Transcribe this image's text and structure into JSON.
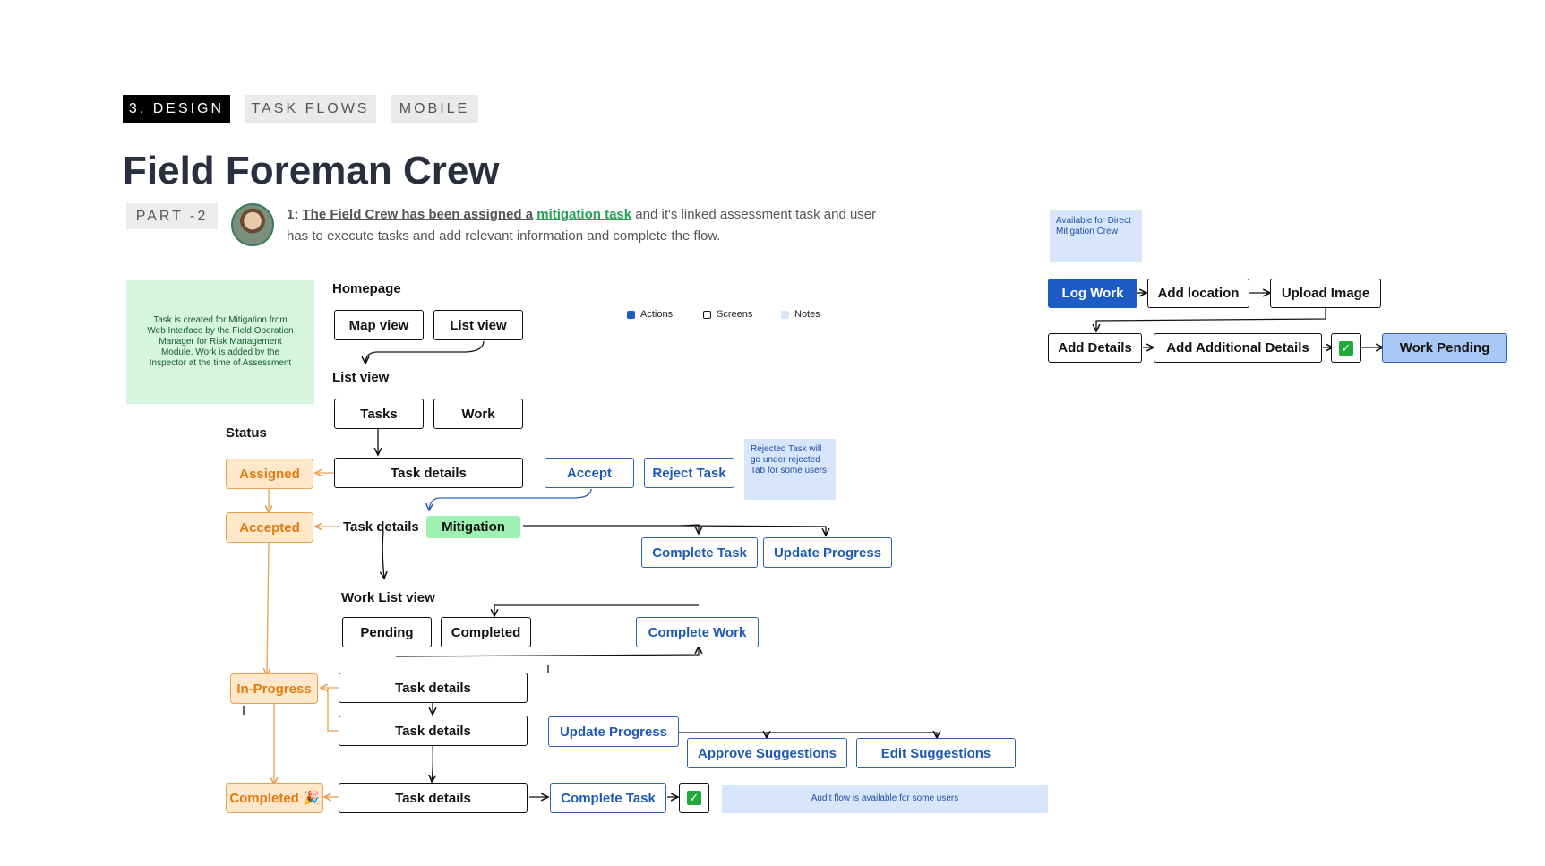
{
  "tags": {
    "design": "3. DESIGN",
    "task_flows": "TASK FLOWS",
    "mobile": "MOBILE"
  },
  "title": "Field Foreman Crew",
  "part": "PART -2",
  "description": {
    "num": "1:",
    "lead": "The Field Crew has been assigned a",
    "link": "mitigation task",
    "rest": "and it's linked assessment task and user has to execute tasks and add relevant information and complete the flow."
  },
  "notes": {
    "green": "Task is created for Mitigation from Web Interface by the Field Operation Manager for Risk Management Module. Work is added by the Inspector at the time of Assessment",
    "rejected": "Rejected Task will go under rejected Tab for some users",
    "direct": "Available for Direct Mitigation Crew",
    "audit": "Audit flow is available for some users"
  },
  "legend": {
    "actions": "Actions",
    "screens": "Screens",
    "notes": "Notes"
  },
  "colors": {
    "action": "#1d5cc4",
    "status_bg": "#ffe8c9",
    "status_text": "#e07b10",
    "note_blue": "#d7e6fa",
    "note_green": "#d5f6dd",
    "mitigation": "#9df0b0"
  },
  "labels": {
    "homepage": "Homepage",
    "list_view": "List view",
    "status": "Status",
    "task_details": "Task details",
    "work_list_view": "Work List view"
  },
  "screens": {
    "map_view": "Map view",
    "list_view": "List view",
    "tasks": "Tasks",
    "work": "Work",
    "task_details": "Task details",
    "pending": "Pending",
    "completed": "Completed"
  },
  "actions": {
    "accept": "Accept",
    "reject": "Reject Task",
    "complete_task": "Complete Task",
    "update_progress": "Update Progress",
    "complete_work": "Complete Work",
    "approve_suggestions": "Approve Suggestions",
    "edit_suggestions": "Edit Suggestions"
  },
  "mitigation": "Mitigation",
  "statuses": {
    "assigned": "Assigned",
    "accepted": "Accepted",
    "in_progress": "In-Progress",
    "completed": "Completed 🎉"
  },
  "direct_flow": {
    "log_work": "Log Work",
    "add_location": "Add location",
    "upload_image": "Upload Image",
    "add_details": "Add Details",
    "add_additional_details": "Add Additional Details",
    "work_pending": "Work Pending"
  },
  "check": "✓"
}
